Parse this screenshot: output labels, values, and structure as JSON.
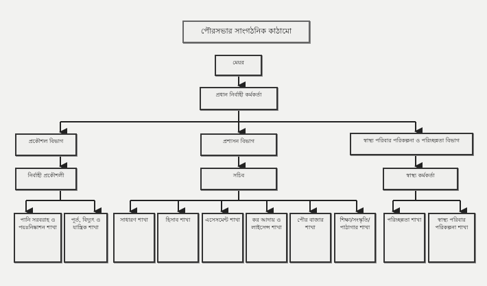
{
  "title": "পৌরসভার সাংগঠনিক কাঠামো",
  "mayor": "মেয়র",
  "ceo": "প্রধান নির্বাহী কর্মকর্তা",
  "departments": [
    {
      "name": "প্রকৌশল বিভাগ",
      "head": "নির্বাহী প্রকৌশলী",
      "branches": [
        "পানি সরবরাহ ও পয়ঃনিষ্কাশন শাখা",
        "পূর্ত, বিদ্যুৎ ও যান্ত্রিক শাখা"
      ]
    },
    {
      "name": "প্রশাসন বিভাগ",
      "head": "সচিব",
      "branches": [
        "সাধারণ শাখা",
        "হিসাব শাখা",
        "এসেসমেন্ট শাখা",
        "কর আদায় ও লাইসেন্স শাখা",
        "পৌর বাজার শাখা",
        "শিক্ষা/সংস্কৃতি/ পাঠাগার শাখা"
      ]
    },
    {
      "name": "স্বাস্থ্য পরিবার পরিকল্পনা ও পরিচ্ছন্নতা বিভাগ",
      "head": "স্বাস্থ্য কর্মকর্তা",
      "branches": [
        "পরিচ্ছন্নতা শাখা",
        "স্বাস্থ্য পরিবার পরিকল্পনা শাখা"
      ]
    }
  ]
}
